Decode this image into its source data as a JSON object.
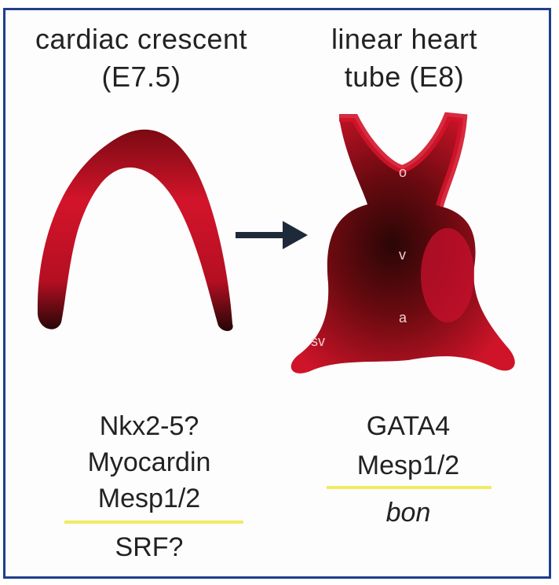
{
  "left_stage": {
    "title_line1": "cardiac crescent",
    "title_line2": "(E7.5)",
    "genes": [
      "Nkx2-5?",
      "Myocardin",
      "Mesp1/2",
      "SRF?"
    ]
  },
  "right_stage": {
    "title_line1": "linear heart",
    "title_line2": "tube (E8)",
    "genes": [
      "GATA4",
      "Mesp1/2",
      "bon"
    ],
    "region_labels": [
      "o",
      "v",
      "a",
      "sv"
    ]
  },
  "colors": {
    "frame": "#1f3f8a",
    "tissue_red": "#c8102e",
    "tissue_dark": "#2a0a0a",
    "highlight": "#f3ea63"
  }
}
